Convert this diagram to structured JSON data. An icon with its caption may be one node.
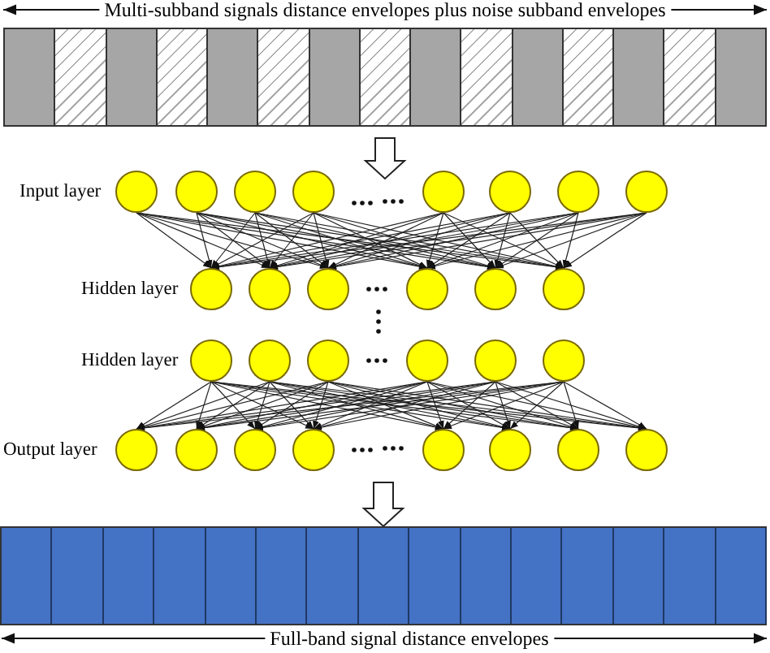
{
  "diagram": {
    "nodes": [
      {
        "text": [],
        "shape": "bar"
      },
      {
        "text": [],
        "shape": "circle"
      },
      {
        "text": [],
        "shape": "circle"
      },
      {
        "text": [],
        "shape": "circle"
      },
      {
        "text": [],
        "shape": "circle"
      },
      {
        "text": [],
        "shape": "circle"
      },
      {
        "text": [],
        "shape": "circle"
      },
      {
        "text": [],
        "shape": "circle"
      },
      {
        "text": [],
        "shape": "circle"
      },
      {
        "text": [],
        "shape": "circle"
      },
      {
        "text": [],
        "shape": "circle"
      },
      {
        "text": [],
        "shape": "circle"
      },
      {
        "text": [],
        "shape": "circle"
      },
      {
        "text": [],
        "shape": "circle"
      },
      {
        "text": [],
        "shape": "circle"
      },
      {
        "text": [],
        "shape": "circle"
      },
      {
        "text": [],
        "shape": "circle"
      },
      {
        "text": [],
        "shape": "circle"
      },
      {
        "text": [],
        "shape": "circle"
      },
      {
        "text": [],
        "shape": "circle"
      },
      {
        "text": [],
        "shape": "circle"
      },
      {
        "text": [],
        "shape": "circle"
      },
      {
        "text": [],
        "shape": "circle"
      },
      {
        "text": [],
        "shape": "circle"
      },
      {
        "text": [],
        "shape": "circle"
      },
      {
        "text": [],
        "shape": "circle"
      },
      {
        "text": [],
        "shape": "circle"
      },
      {
        "text": [],
        "shape": "circle"
      },
      {
        "text": [],
        "shape": "circle"
      },
      {
        "text": [],
        "shape": "bar"
      }
    ],
    "edges": [
      {
        "from": 0,
        "to": null,
        "arrow": "to",
        "style": "thick"
      },
      {
        "from": 1,
        "to": 9,
        "arrow": "to"
      },
      {
        "from": 1,
        "to": 10,
        "arrow": "to"
      },
      {
        "from": 1,
        "to": 11,
        "arrow": "to"
      },
      {
        "from": 1,
        "to": 12,
        "arrow": "to"
      },
      {
        "from": 1,
        "to": 13,
        "arrow": "to"
      },
      {
        "from": 1,
        "to": 14,
        "arrow": "to"
      },
      {
        "from": 2,
        "to": 9,
        "arrow": "to"
      },
      {
        "from": 2,
        "to": 10,
        "arrow": "to"
      },
      {
        "from": 2,
        "to": 11,
        "arrow": "to"
      },
      {
        "from": 2,
        "to": 12,
        "arrow": "to"
      },
      {
        "from": 2,
        "to": 13,
        "arrow": "to"
      },
      {
        "from": 2,
        "to": 14,
        "arrow": "to"
      },
      {
        "from": 3,
        "to": 9,
        "arrow": "to"
      },
      {
        "from": 3,
        "to": 10,
        "arrow": "to"
      },
      {
        "from": 3,
        "to": 11,
        "arrow": "to"
      },
      {
        "from": 3,
        "to": 12,
        "arrow": "to"
      },
      {
        "from": 3,
        "to": 13,
        "arrow": "to"
      },
      {
        "from": 3,
        "to": 14,
        "arrow": "to"
      },
      {
        "from": 4,
        "to": 9,
        "arrow": "to"
      },
      {
        "from": 4,
        "to": 10,
        "arrow": "to"
      },
      {
        "from": 4,
        "to": 11,
        "arrow": "to"
      },
      {
        "from": 4,
        "to": 12,
        "arrow": "to"
      },
      {
        "from": 4,
        "to": 13,
        "arrow": "to"
      },
      {
        "from": 4,
        "to": 14,
        "arrow": "to"
      },
      {
        "from": 5,
        "to": 9,
        "arrow": "to"
      },
      {
        "from": 5,
        "to": 10,
        "arrow": "to"
      },
      {
        "from": 5,
        "to": 11,
        "arrow": "to"
      },
      {
        "from": 5,
        "to": 12,
        "arrow": "to"
      },
      {
        "from": 5,
        "to": 13,
        "arrow": "to"
      },
      {
        "from": 5,
        "to": 14,
        "arrow": "to"
      },
      {
        "from": 6,
        "to": 9,
        "arrow": "to"
      },
      {
        "from": 6,
        "to": 10,
        "arrow": "to"
      },
      {
        "from": 6,
        "to": 11,
        "arrow": "to"
      },
      {
        "from": 6,
        "to": 12,
        "arrow": "to"
      },
      {
        "from": 6,
        "to": 13,
        "arrow": "to"
      },
      {
        "from": 6,
        "to": 14,
        "arrow": "to"
      },
      {
        "from": 7,
        "to": 9,
        "arrow": "to"
      },
      {
        "from": 7,
        "to": 10,
        "arrow": "to"
      },
      {
        "from": 7,
        "to": 11,
        "arrow": "to"
      },
      {
        "from": 7,
        "to": 12,
        "arrow": "to"
      },
      {
        "from": 7,
        "to": 13,
        "arrow": "to"
      },
      {
        "from": 7,
        "to": 14,
        "arrow": "to"
      },
      {
        "from": 8,
        "to": 9,
        "arrow": "to"
      },
      {
        "from": 8,
        "to": 10,
        "arrow": "to"
      },
      {
        "from": 8,
        "to": 11,
        "arrow": "to"
      },
      {
        "from": 8,
        "to": 12,
        "arrow": "to"
      },
      {
        "from": 8,
        "to": 13,
        "arrow": "to"
      },
      {
        "from": 8,
        "to": 14,
        "arrow": "to"
      },
      {
        "from": 15,
        "to": 21,
        "arrow": "to"
      },
      {
        "from": 15,
        "to": 22,
        "arrow": "to"
      },
      {
        "from": 15,
        "to": 23,
        "arrow": "to"
      },
      {
        "from": 15,
        "to": 24,
        "arrow": "to"
      },
      {
        "from": 15,
        "to": 25,
        "arrow": "to"
      },
      {
        "from": 15,
        "to": 26,
        "arrow": "to"
      },
      {
        "from": 15,
        "to": 27,
        "arrow": "to"
      },
      {
        "from": 15,
        "to": 28,
        "arrow": "to"
      },
      {
        "from": 16,
        "to": 21,
        "arrow": "to"
      },
      {
        "from": 16,
        "to": 22,
        "arrow": "to"
      },
      {
        "from": 16,
        "to": 23,
        "arrow": "to"
      },
      {
        "from": 16,
        "to": 24,
        "arrow": "to"
      },
      {
        "from": 16,
        "to": 25,
        "arrow": "to"
      },
      {
        "from": 16,
        "to": 26,
        "arrow": "to"
      },
      {
        "from": 16,
        "to": 27,
        "arrow": "to"
      },
      {
        "from": 16,
        "to": 28,
        "arrow": "to"
      },
      {
        "from": 17,
        "to": 21,
        "arrow": "to"
      },
      {
        "from": 17,
        "to": 22,
        "arrow": "to"
      },
      {
        "from": 17,
        "to": 23,
        "arrow": "to"
      },
      {
        "from": 17,
        "to": 24,
        "arrow": "to"
      },
      {
        "from": 17,
        "to": 25,
        "arrow": "to"
      },
      {
        "from": 17,
        "to": 26,
        "arrow": "to"
      },
      {
        "from": 17,
        "to": 27,
        "arrow": "to"
      },
      {
        "from": 17,
        "to": 28,
        "arrow": "to"
      },
      {
        "from": 18,
        "to": 21,
        "arrow": "to"
      },
      {
        "from": 18,
        "to": 22,
        "arrow": "to"
      },
      {
        "from": 18,
        "to": 23,
        "arrow": "to"
      },
      {
        "from": 18,
        "to": 24,
        "arrow": "to"
      },
      {
        "from": 18,
        "to": 25,
        "arrow": "to"
      },
      {
        "from": 18,
        "to": 26,
        "arrow": "to"
      },
      {
        "from": 18,
        "to": 27,
        "arrow": "to"
      },
      {
        "from": 18,
        "to": 28,
        "arrow": "to"
      },
      {
        "from": 19,
        "to": 21,
        "arrow": "to"
      },
      {
        "from": 19,
        "to": 22,
        "arrow": "to"
      },
      {
        "from": 19,
        "to": 23,
        "arrow": "to"
      },
      {
        "from": 19,
        "to": 24,
        "arrow": "to"
      },
      {
        "from": 19,
        "to": 25,
        "arrow": "to"
      },
      {
        "from": 19,
        "to": 26,
        "arrow": "to"
      },
      {
        "from": 19,
        "to": 27,
        "arrow": "to"
      },
      {
        "from": 19,
        "to": 28,
        "arrow": "to"
      },
      {
        "from": 20,
        "to": 21,
        "arrow": "to"
      },
      {
        "from": 20,
        "to": 22,
        "arrow": "to"
      },
      {
        "from": 20,
        "to": 23,
        "arrow": "to"
      },
      {
        "from": 20,
        "to": 24,
        "arrow": "to"
      },
      {
        "from": 20,
        "to": 25,
        "arrow": "to"
      },
      {
        "from": 20,
        "to": 26,
        "arrow": "to"
      },
      {
        "from": 20,
        "to": 27,
        "arrow": "to"
      },
      {
        "from": 20,
        "to": 28,
        "arrow": "to"
      },
      {
        "from": null,
        "to": 29,
        "arrow": "to",
        "style": "thick"
      }
    ],
    "labels": [
      "Multi-subband signals distance envelopes plus noise subband envelopes",
      "Input layer",
      "Hidden layer",
      "Hidden layer",
      "Output layer",
      "Full-band signal distance envelopes"
    ]
  }
}
